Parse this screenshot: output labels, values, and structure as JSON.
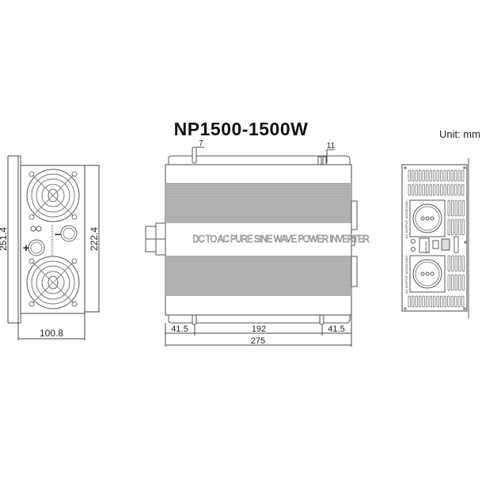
{
  "title": "NP1500-1500W",
  "unit_label": "Unit: mm",
  "side_view": {
    "height_overall": "251.4",
    "height_body": "222.4",
    "width": "100.8",
    "plus_label": "+",
    "minus_label": "−"
  },
  "top_view": {
    "body_text": "DC TO AC PURE SINE WAVE POWER INVERTER",
    "slot_left": "7",
    "slot_right": "11",
    "edge_left": "41.5",
    "center_span": "192",
    "edge_right": "41.5",
    "length": "275"
  },
  "front_view": {
    "outlet_label": "AC OUTPUT: AC220-240V~",
    "switch_on": "ON",
    "switch_off": "OFF"
  },
  "colors": {
    "line": "#333333",
    "band": "#9a9a9a",
    "text": "#222222"
  }
}
